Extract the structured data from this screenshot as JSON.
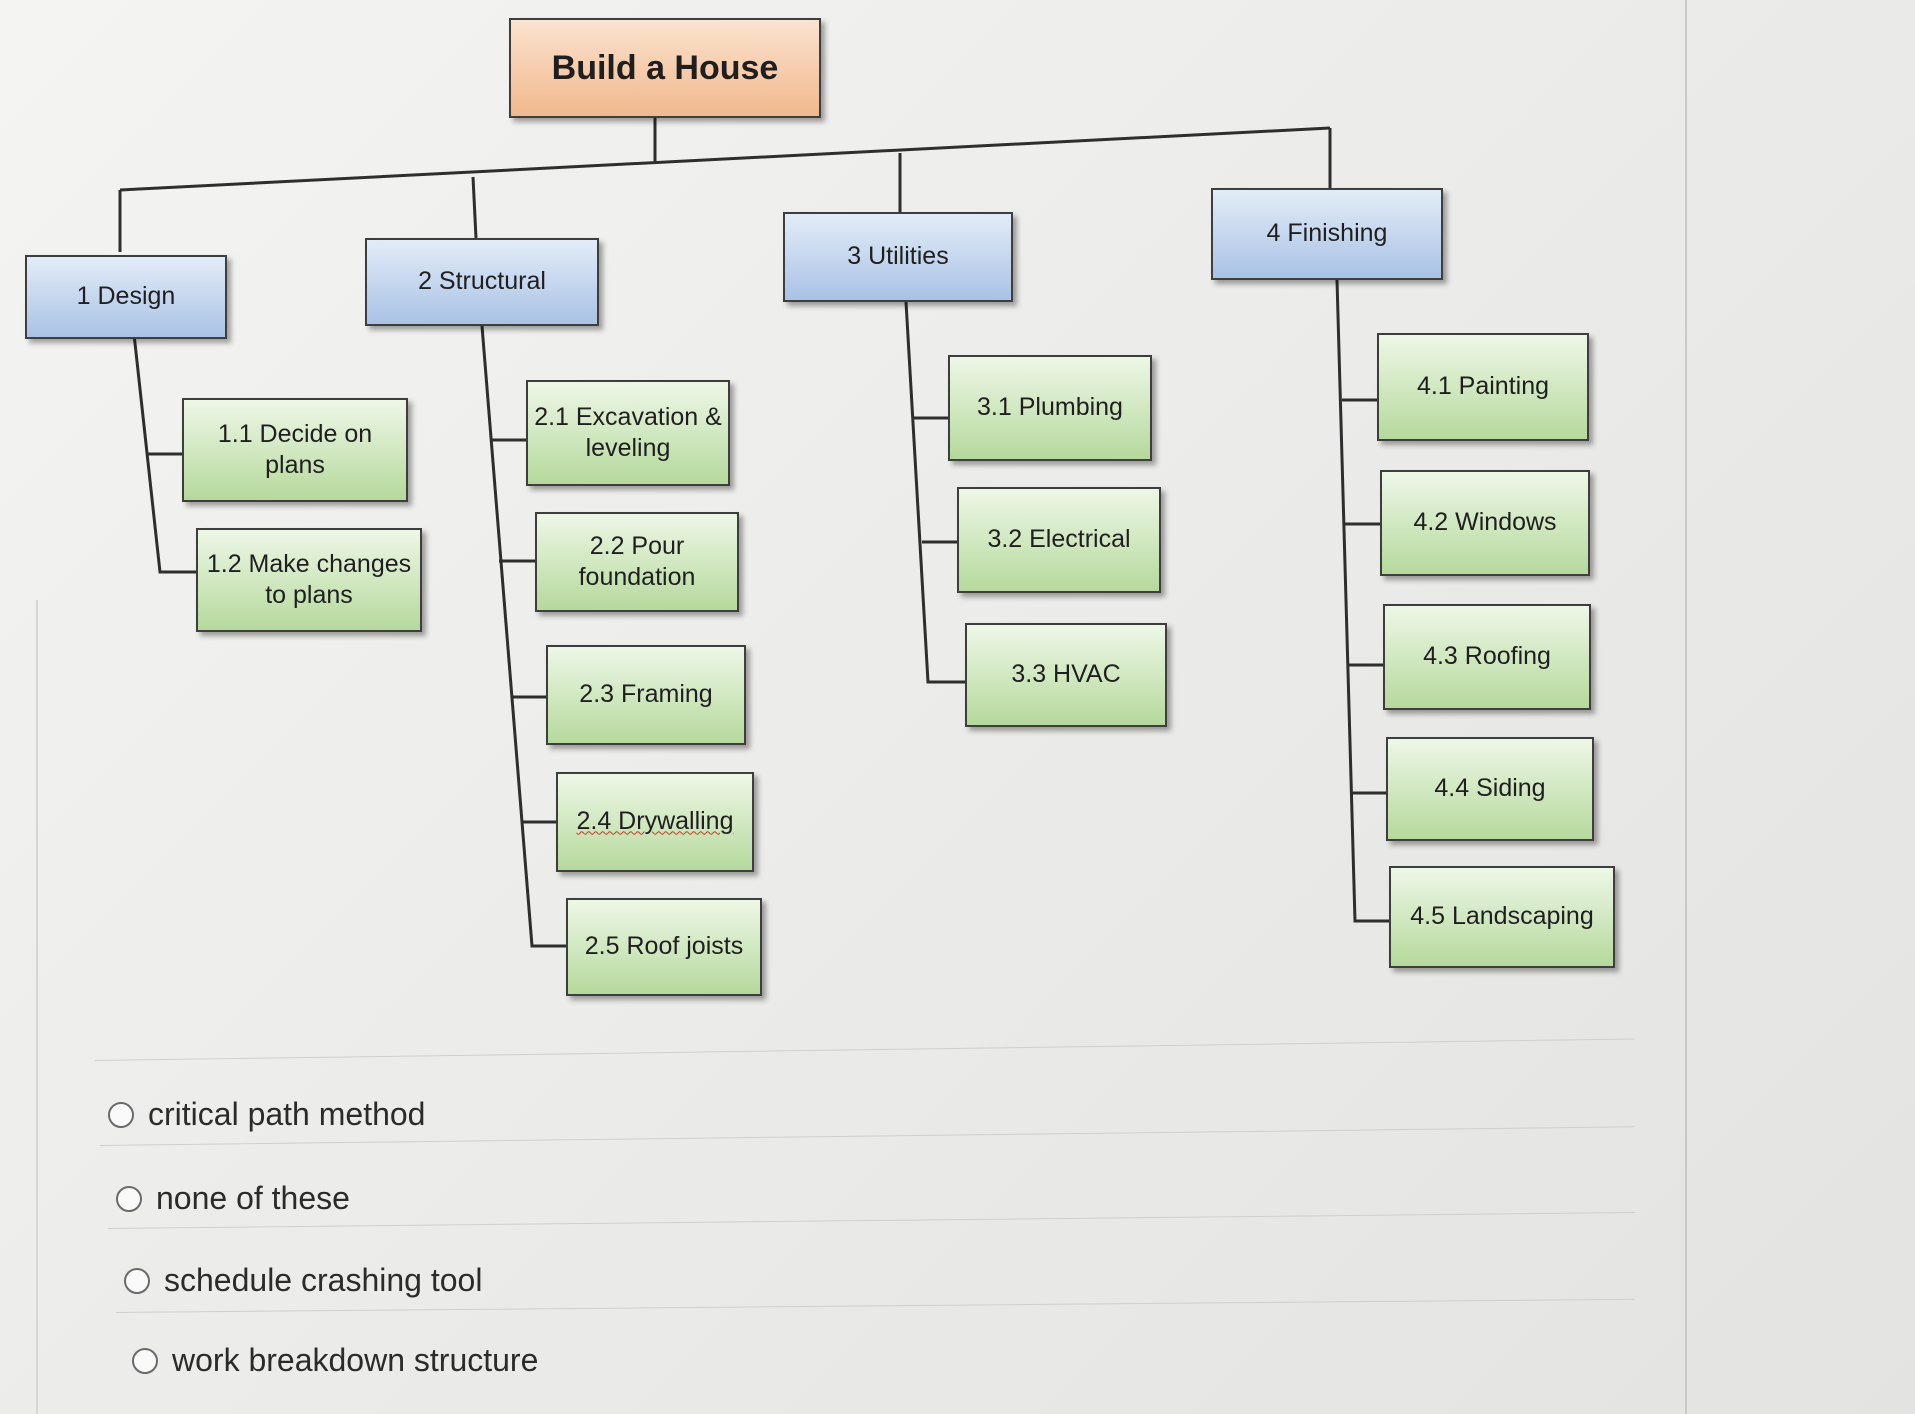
{
  "diagram": {
    "root": "Build a House",
    "phases": [
      {
        "label": "1 Design",
        "tasks": [
          "1.1 Decide on plans",
          "1.2 Make changes to plans"
        ]
      },
      {
        "label": "2 Structural",
        "tasks": [
          "2.1 Excavation & leveling",
          "2.2 Pour foundation",
          "2.3 Framing",
          "2.4 Drywalling",
          "2.5 Roof joists"
        ]
      },
      {
        "label": "3 Utilities",
        "tasks": [
          "3.1 Plumbing",
          "3.2 Electrical",
          "3.3 HVAC"
        ]
      },
      {
        "label": "4 Finishing",
        "tasks": [
          "4.1 Painting",
          "4.2 Windows",
          "4.3 Roofing",
          "4.4 Siding",
          "4.5 Landscaping"
        ]
      }
    ]
  },
  "question": {
    "options": [
      {
        "label": "critical path method",
        "selected": false
      },
      {
        "label": "none of these",
        "selected": false
      },
      {
        "label": "schedule crashing tool",
        "selected": false
      },
      {
        "label": "work breakdown structure",
        "selected": false
      }
    ]
  },
  "colors": {
    "root_fill": "#f2b88d",
    "phase_fill": "#a9c2e5",
    "task_fill": "#b5d99c",
    "border": "#3e3e3e"
  }
}
